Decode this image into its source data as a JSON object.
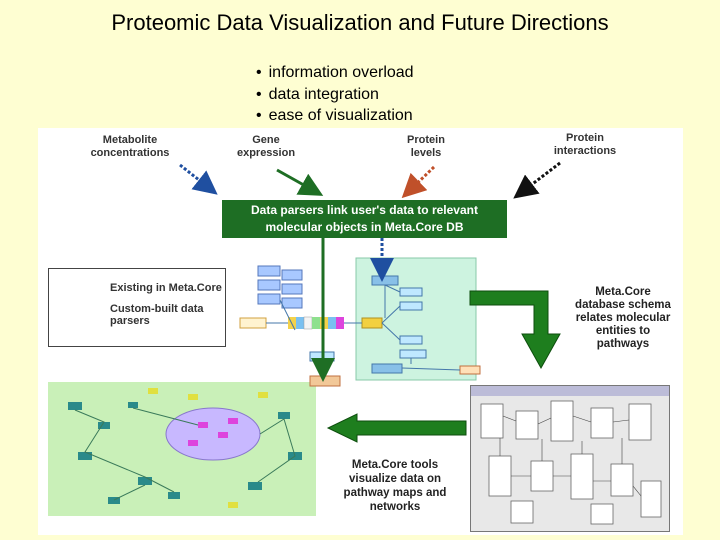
{
  "slide": {
    "title": "Proteomic Data Visualization and Future Directions",
    "bullets": [
      "information overload",
      "data integration",
      "ease of visualization"
    ]
  },
  "inputs": {
    "metabolite": "Metabolite\nconcentrations",
    "gene": "Gene\nexpression",
    "protein_levels": "Protein\nlevels",
    "protein_interactions": "Protein\ninteractions"
  },
  "parser_box": {
    "line1": "Data parsers link user's data to relevant",
    "line2": "molecular objects in Meta.Core DB"
  },
  "legend": {
    "existing": "Existing in Meta.Core",
    "custom": "Custom-built data\nparsers"
  },
  "schema_caption": "Meta.Core\ndatabase schema\nrelates molecular\nentities to\npathways",
  "viz_caption": "Meta.Core tools\nvisualize data on\npathway maps and\nnetworks",
  "colors": {
    "slide_bg": "#fefed2",
    "existing_arrow": "#1e6e24",
    "metabolite_arrow": "#1f4fa0",
    "interaction_arrow": "#111111",
    "protein_arrow": "#c0502a"
  }
}
